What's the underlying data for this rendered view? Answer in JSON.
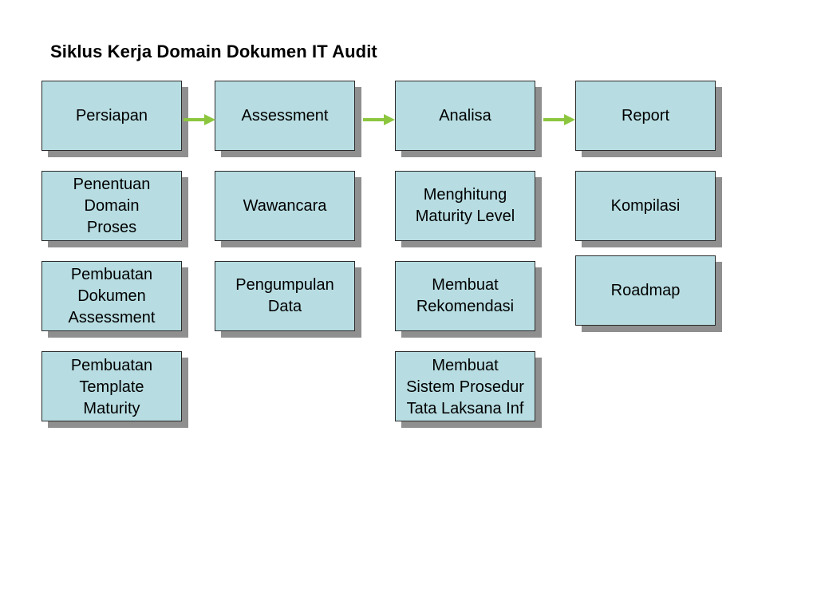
{
  "title": "Siklus Kerja Domain Dokumen IT Audit",
  "colors": {
    "box_fill": "#b7dde2",
    "box_border": "#2b2b2b",
    "box_shadow": "#8f8f8f",
    "arrow": "#8cc63f"
  },
  "phases": [
    {
      "label": "Persiapan"
    },
    {
      "label": "Assessment"
    },
    {
      "label": "Analisa"
    },
    {
      "label": "Report"
    }
  ],
  "tasks": {
    "persiapan": [
      "Penentuan\nDomain\nProses",
      "Pembuatan\nDokumen\nAssessment",
      "Pembuatan\nTemplate\nMaturity"
    ],
    "assessment": [
      "Wawancara",
      "Pengumpulan\nData"
    ],
    "analisa": [
      "Menghitung\nMaturity Level",
      "Membuat\nRekomendasi",
      "Membuat\nSistem Prosedur\nTata Laksana Inf"
    ],
    "report": [
      "Kompilasi",
      "Roadmap"
    ]
  }
}
